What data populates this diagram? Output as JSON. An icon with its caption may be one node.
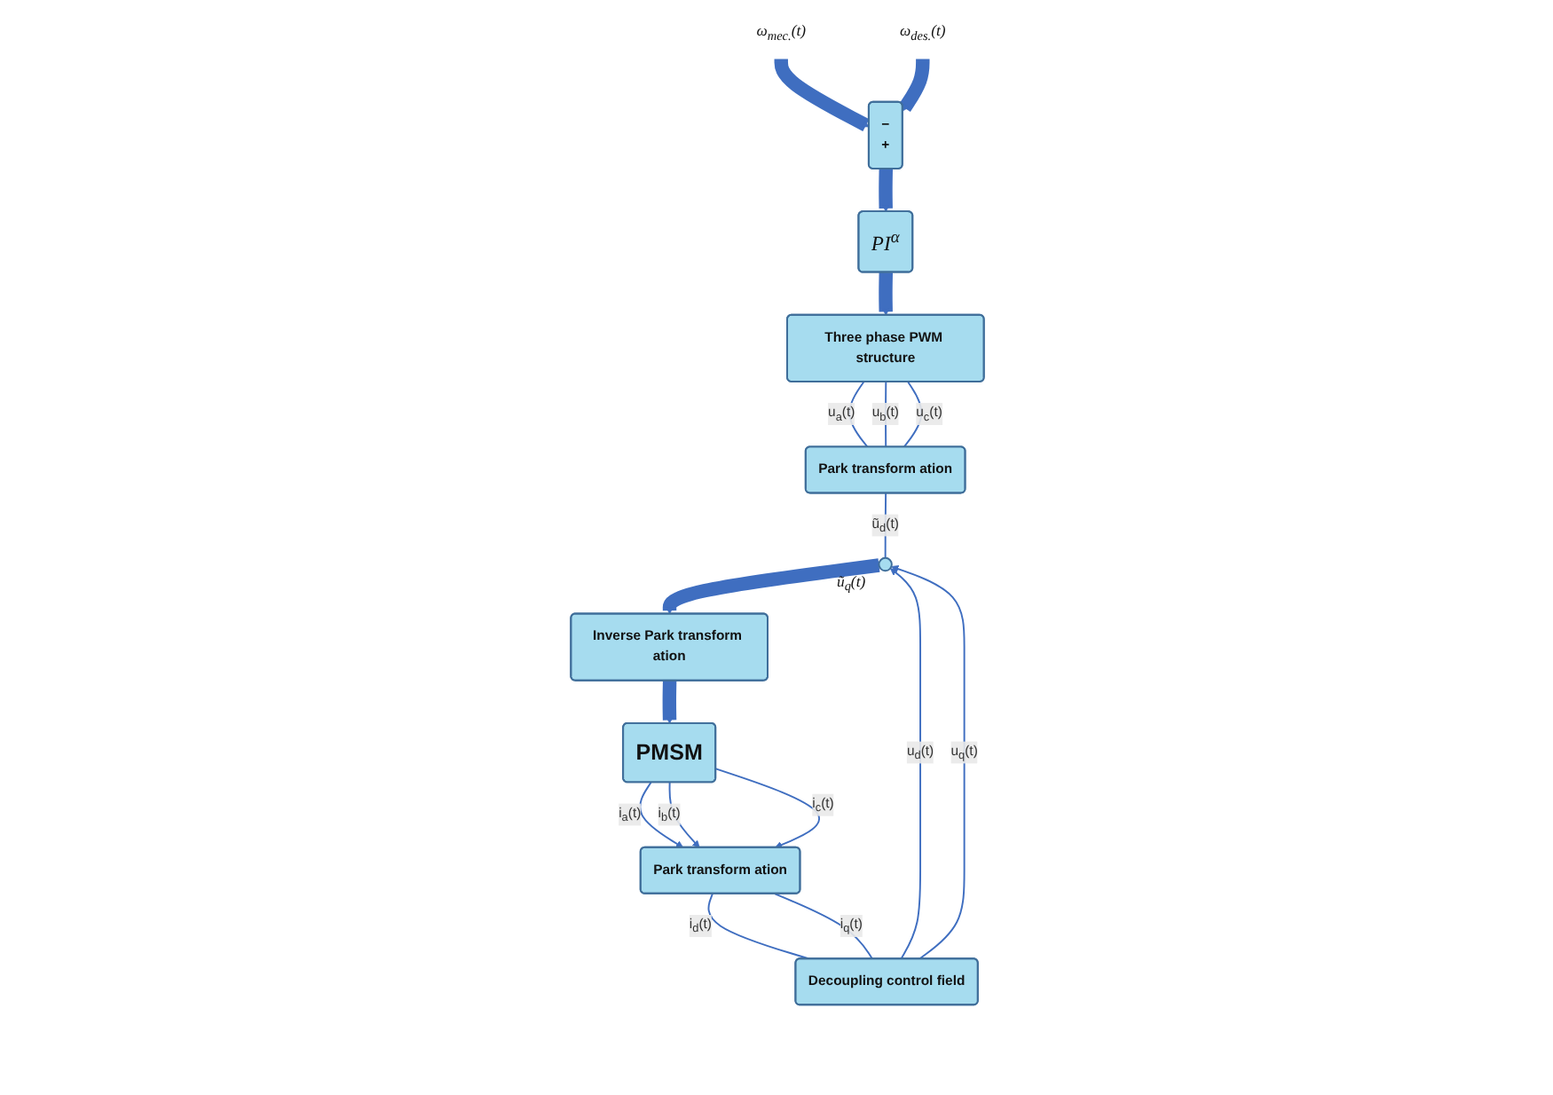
{
  "diagram": {
    "nodes": [
      {
        "text": [
          "Three phase PWM structure"
        ]
      },
      {
        "text": [
          "Park transform ation"
        ]
      },
      {
        "text": [],
        "shape": "circle",
        "beside": [
          "ũ$_{q}$(t)"
        ]
      },
      {
        "text": [
          "Inverse Park transform ation"
        ]
      },
      {
        "text": [
          "PMSM"
        ]
      },
      {
        "text": [
          "Park transform ation"
        ]
      },
      {
        "text": [
          "Decoupling control field"
        ]
      },
      {
        "text": [
          "PI$^{α}$"
        ]
      },
      {
        "text": [
          "−",
          "+"
        ]
      },
      {
        "text": [
          "ω$_{mec.}$(t)"
        ]
      },
      {
        "text": [
          "ω$_{des.}$(t)"
        ]
      }
    ],
    "edges": [
      {
        "from": 0,
        "to": 1,
        "arrow": "none",
        "label": "u$_{a}$(t)"
      },
      {
        "from": 0,
        "to": 1,
        "arrow": "none",
        "label": "u$_{b}$(t)"
      },
      {
        "from": 0,
        "to": 1,
        "arrow": "none",
        "label": "u$_{c}$(t)"
      },
      {
        "from": 1,
        "to": 2,
        "arrow": "none",
        "label": "ũ$_{d}$(t)"
      },
      {
        "from": 2,
        "to": 3,
        "arrow": "to",
        "style": "thick"
      },
      {
        "from": 3,
        "to": 4,
        "arrow": "to",
        "style": "thick"
      },
      {
        "from": 4,
        "to": 5,
        "arrow": "to",
        "label": "i$_{a}$(t)"
      },
      {
        "from": 4,
        "to": 5,
        "arrow": "to",
        "label": "i$_{b}$(t)"
      },
      {
        "from": 4,
        "to": 5,
        "arrow": "to",
        "label": "i$_{c}$(t)"
      },
      {
        "from": 5,
        "to": 6,
        "arrow": "none",
        "label": "i$_{d}$(t)"
      },
      {
        "from": 5,
        "to": 6,
        "arrow": "none",
        "label": "i$_{q}$(t)"
      },
      {
        "from": 6,
        "to": 2,
        "arrow": "to",
        "label": "u$_{d}$(t)"
      },
      {
        "from": 6,
        "to": 2,
        "arrow": "to",
        "label": "u$_{q}$(t)"
      },
      {
        "from": 7,
        "to": 0,
        "arrow": "to",
        "style": "thick"
      },
      {
        "from": 8,
        "to": 7,
        "arrow": "to",
        "style": "thick"
      },
      {
        "from": 9,
        "to": 8,
        "arrow": "to",
        "style": "thick"
      },
      {
        "from": 10,
        "to": 8,
        "arrow": "to",
        "style": "thick"
      }
    ]
  }
}
